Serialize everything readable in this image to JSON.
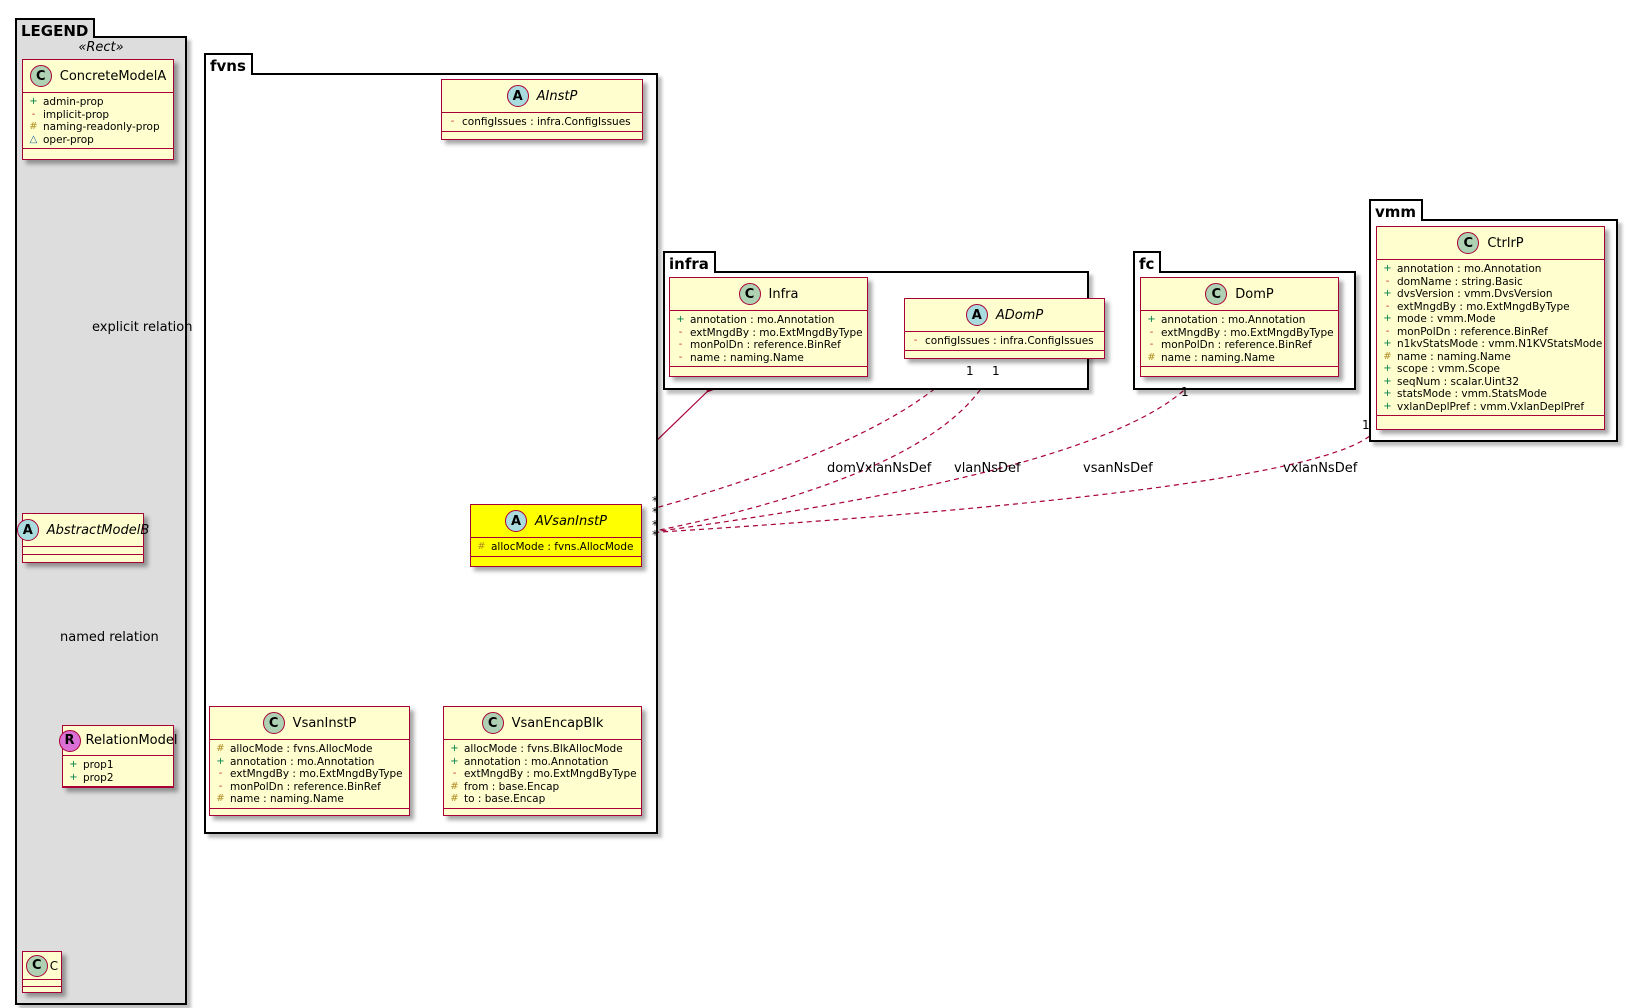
{
  "legend": {
    "title": "LEGEND",
    "stereotype": "«Rect»",
    "concrete": {
      "name": "ConcreteModelA",
      "attrs": [
        {
          "vis": "+",
          "kind": "pub",
          "text": "admin-prop"
        },
        {
          "vis": "-",
          "kind": "priv",
          "text": "implicit-prop"
        },
        {
          "vis": "#",
          "kind": "prot",
          "text": "naming-readonly-prop"
        },
        {
          "vis": "△",
          "kind": "pkgv",
          "text": "oper-prop"
        }
      ]
    },
    "abstract": {
      "name": "AbstractModelB"
    },
    "relation": {
      "name": "RelationModel",
      "attrs": [
        {
          "vis": "+",
          "kind": "pub",
          "text": "prop1"
        },
        {
          "vis": "+",
          "kind": "pub",
          "text": "prop2"
        }
      ]
    },
    "c": {
      "name": "C"
    },
    "explicit_label": "explicit relation",
    "named_label": "named relation"
  },
  "fvns": {
    "title": "fvns",
    "ainstp": {
      "name": "AInstP",
      "attrs": [
        {
          "vis": "-",
          "kind": "priv",
          "text": "configIssues : infra.ConfigIssues"
        }
      ]
    },
    "avsaninstp": {
      "name": "AVsanInstP",
      "attrs": [
        {
          "vis": "#",
          "kind": "prot",
          "text": "allocMode : fvns.AllocMode"
        }
      ]
    },
    "vsaninstp": {
      "name": "VsanInstP",
      "attrs": [
        {
          "vis": "#",
          "kind": "prot",
          "text": "allocMode : fvns.AllocMode"
        },
        {
          "vis": "+",
          "kind": "pub",
          "text": "annotation : mo.Annotation"
        },
        {
          "vis": "-",
          "kind": "priv",
          "text": "extMngdBy : mo.ExtMngdByType"
        },
        {
          "vis": "-",
          "kind": "priv",
          "text": "monPolDn : reference.BinRef"
        },
        {
          "vis": "#",
          "kind": "prot",
          "text": "name : naming.Name"
        }
      ]
    },
    "vsanencapblk": {
      "name": "VsanEncapBlk",
      "attrs": [
        {
          "vis": "+",
          "kind": "pub",
          "text": "allocMode : fvns.BlkAllocMode"
        },
        {
          "vis": "+",
          "kind": "pub",
          "text": "annotation : mo.Annotation"
        },
        {
          "vis": "-",
          "kind": "priv",
          "text": "extMngdBy : mo.ExtMngdByType"
        },
        {
          "vis": "#",
          "kind": "prot",
          "text": "from : base.Encap"
        },
        {
          "vis": "#",
          "kind": "prot",
          "text": "to : base.Encap"
        }
      ]
    }
  },
  "infra": {
    "title": "infra",
    "infra_cls": {
      "name": "Infra",
      "attrs": [
        {
          "vis": "+",
          "kind": "pub",
          "text": "annotation : mo.Annotation"
        },
        {
          "vis": "-",
          "kind": "priv",
          "text": "extMngdBy : mo.ExtMngdByType"
        },
        {
          "vis": "-",
          "kind": "priv",
          "text": "monPolDn : reference.BinRef"
        },
        {
          "vis": "-",
          "kind": "priv",
          "text": "name : naming.Name"
        }
      ]
    },
    "adomp": {
      "name": "ADomP",
      "attrs": [
        {
          "vis": "-",
          "kind": "priv",
          "text": "configIssues : infra.ConfigIssues"
        }
      ]
    }
  },
  "fc": {
    "title": "fc",
    "domp": {
      "name": "DomP",
      "attrs": [
        {
          "vis": "+",
          "kind": "pub",
          "text": "annotation : mo.Annotation"
        },
        {
          "vis": "-",
          "kind": "priv",
          "text": "extMngdBy : mo.ExtMngdByType"
        },
        {
          "vis": "-",
          "kind": "priv",
          "text": "monPolDn : reference.BinRef"
        },
        {
          "vis": "#",
          "kind": "prot",
          "text": "name : naming.Name"
        }
      ]
    }
  },
  "vmm": {
    "title": "vmm",
    "ctrlrp": {
      "name": "CtrlrP",
      "attrs": [
        {
          "vis": "+",
          "kind": "pub",
          "text": "annotation : mo.Annotation"
        },
        {
          "vis": "-",
          "kind": "priv",
          "text": "domName : string.Basic"
        },
        {
          "vis": "+",
          "kind": "pub",
          "text": "dvsVersion : vmm.DvsVersion"
        },
        {
          "vis": "-",
          "kind": "priv",
          "text": "extMngdBy : mo.ExtMngdByType"
        },
        {
          "vis": "+",
          "kind": "pub",
          "text": "mode : vmm.Mode"
        },
        {
          "vis": "-",
          "kind": "priv",
          "text": "monPolDn : reference.BinRef"
        },
        {
          "vis": "+",
          "kind": "pub",
          "text": "n1kvStatsMode : vmm.N1KVStatsMode"
        },
        {
          "vis": "#",
          "kind": "prot",
          "text": "name : naming.Name"
        },
        {
          "vis": "+",
          "kind": "pub",
          "text": "scope : vmm.Scope"
        },
        {
          "vis": "+",
          "kind": "pub",
          "text": "seqNum : scalar.Uint32"
        },
        {
          "vis": "+",
          "kind": "pub",
          "text": "statsMode : vmm.StatsMode"
        },
        {
          "vis": "+",
          "kind": "pub",
          "text": "vxlanDeplPref : vmm.VxlanDeplPref"
        }
      ]
    }
  },
  "relations": {
    "domVxlanNsDef": "domVxlanNsDef",
    "vlanNsDef": "vlanNsDef",
    "vsanNsDef": "vsanNsDef",
    "vxlanNsDef": "vxlanNsDef",
    "one": "1",
    "many": "*"
  }
}
